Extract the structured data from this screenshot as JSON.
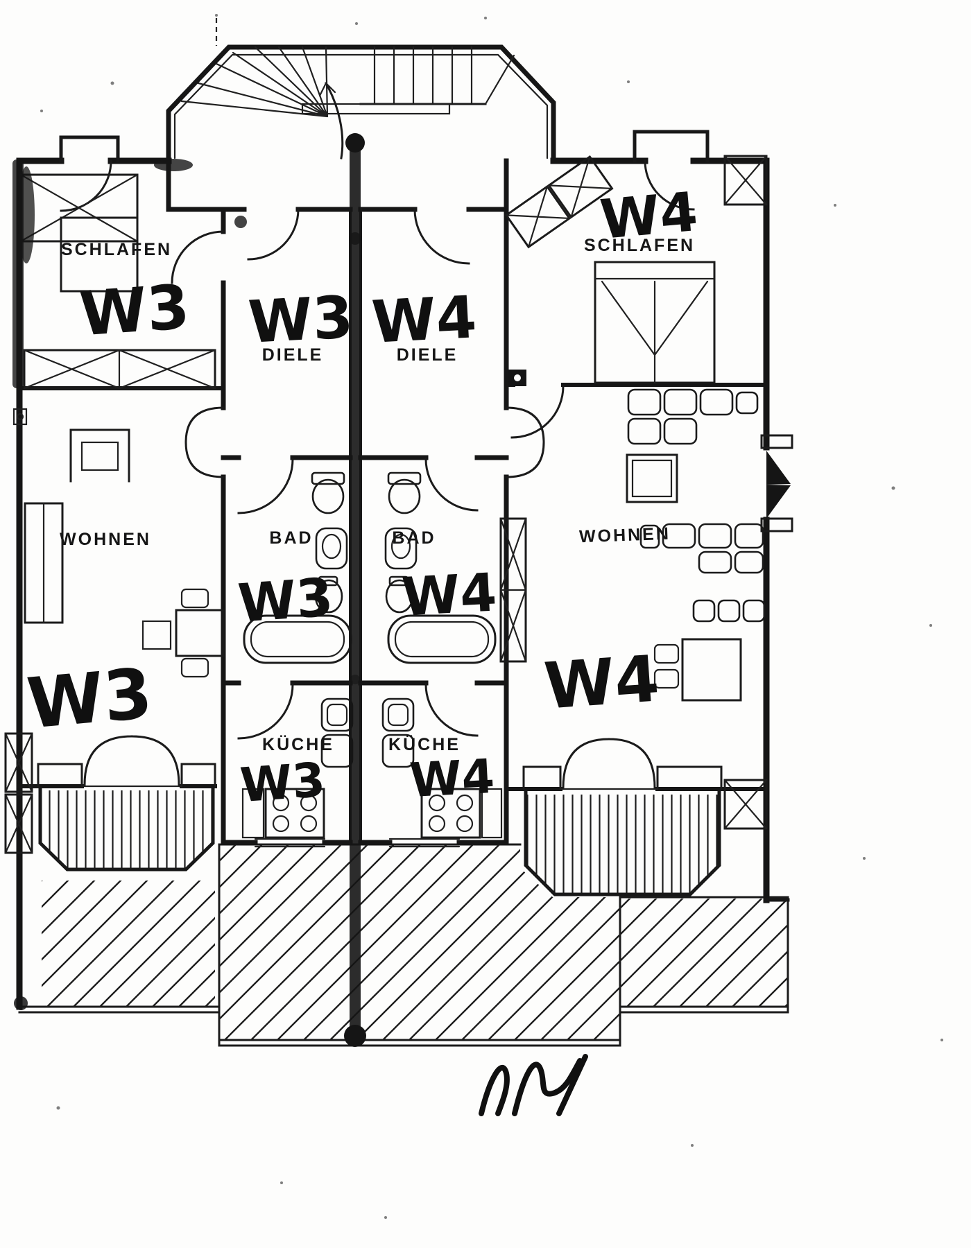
{
  "colors": {
    "ink": "#151515",
    "paper": "#fdfdfc"
  },
  "rooms": {
    "schlafen": "SCHLAFEN",
    "diele": "DIELE",
    "bad": "BAD",
    "wohnen": "WOHNEN",
    "kueche": "KÜCHE"
  },
  "units": {
    "w3": "W3",
    "w4": "W4"
  }
}
